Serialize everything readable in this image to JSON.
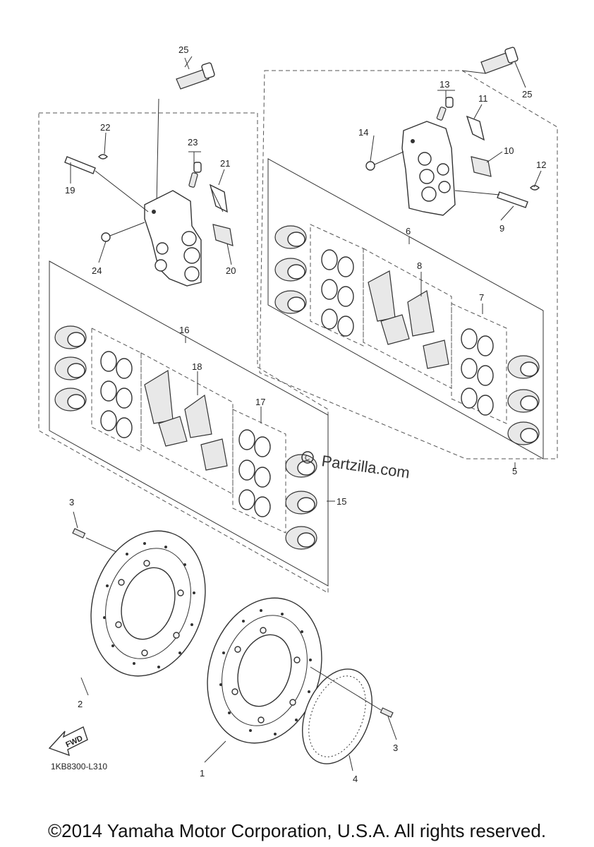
{
  "callouts": {
    "n1": "1",
    "n2": "2",
    "n3a": "3",
    "n3b": "3",
    "n4": "4",
    "n5": "5",
    "n6": "6",
    "n7": "7",
    "n8": "8",
    "n9": "9",
    "n10": "10",
    "n11": "11",
    "n12": "12",
    "n13": "13",
    "n14": "14",
    "n15": "15",
    "n16": "16",
    "n17": "17",
    "n18": "18",
    "n19": "19",
    "n20": "20",
    "n21": "21",
    "n22": "22",
    "n23": "23",
    "n24": "24",
    "n25a": "25",
    "n25b": "25"
  },
  "fwd_label": "FWD",
  "diagram_code": "1KB8300-L310",
  "watermark": "Partzilla.com",
  "copyright": "©2014 Yamaha Motor Corporation, U.S.A. All rights reserved."
}
